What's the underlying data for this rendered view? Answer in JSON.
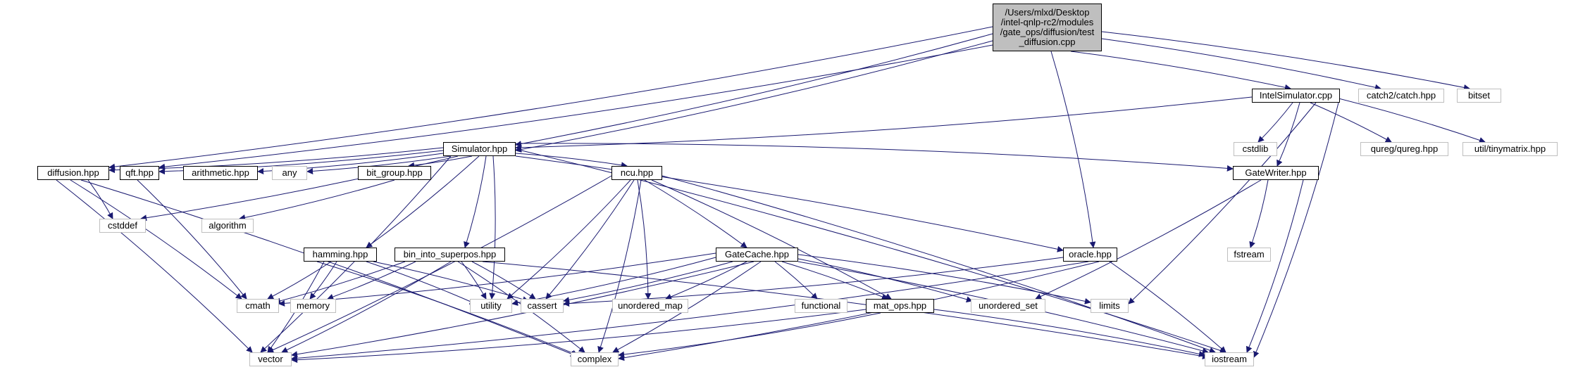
{
  "diagram": {
    "type": "doxygen-include-dependency-graph",
    "colors": {
      "edge": "#191970",
      "node_border": "#000000",
      "external_border": "#bfbfbf",
      "root_fill": "#bfbfbf"
    },
    "nodes": {
      "root": "/Users/mlxd/Desktop\n/intel-qnlp-rc2/modules\n/gate_ops/diffusion/test\n_diffusion.cpp",
      "intel_simulator": "IntelSimulator.cpp",
      "catch": "catch2/catch.hpp",
      "bitset": "bitset",
      "simulator": "Simulator.hpp",
      "cstdlib": "cstdlib",
      "qureg": "qureg/qureg.hpp",
      "tinymatrix": "util/tinymatrix.hpp",
      "diffusion": "diffusion.hpp",
      "qft": "qft.hpp",
      "arithmetic": "arithmetic.hpp",
      "any": "any",
      "bit_group": "bit_group.hpp",
      "ncu": "ncu.hpp",
      "gate_writer": "GateWriter.hpp",
      "cstddef": "cstddef",
      "algorithm": "algorithm",
      "hamming": "hamming.hpp",
      "bin_into_superpos": "bin_into_superpos.hpp",
      "gate_cache": "GateCache.hpp",
      "oracle": "oracle.hpp",
      "fstream": "fstream",
      "cmath": "cmath",
      "memory": "memory",
      "utility": "utility",
      "cassert": "cassert",
      "unordered_map": "unordered_map",
      "functional": "functional",
      "mat_ops": "mat_ops.hpp",
      "unordered_set": "unordered_set",
      "limits": "limits",
      "vector": "vector",
      "complex": "complex",
      "iostream": "iostream"
    }
  }
}
